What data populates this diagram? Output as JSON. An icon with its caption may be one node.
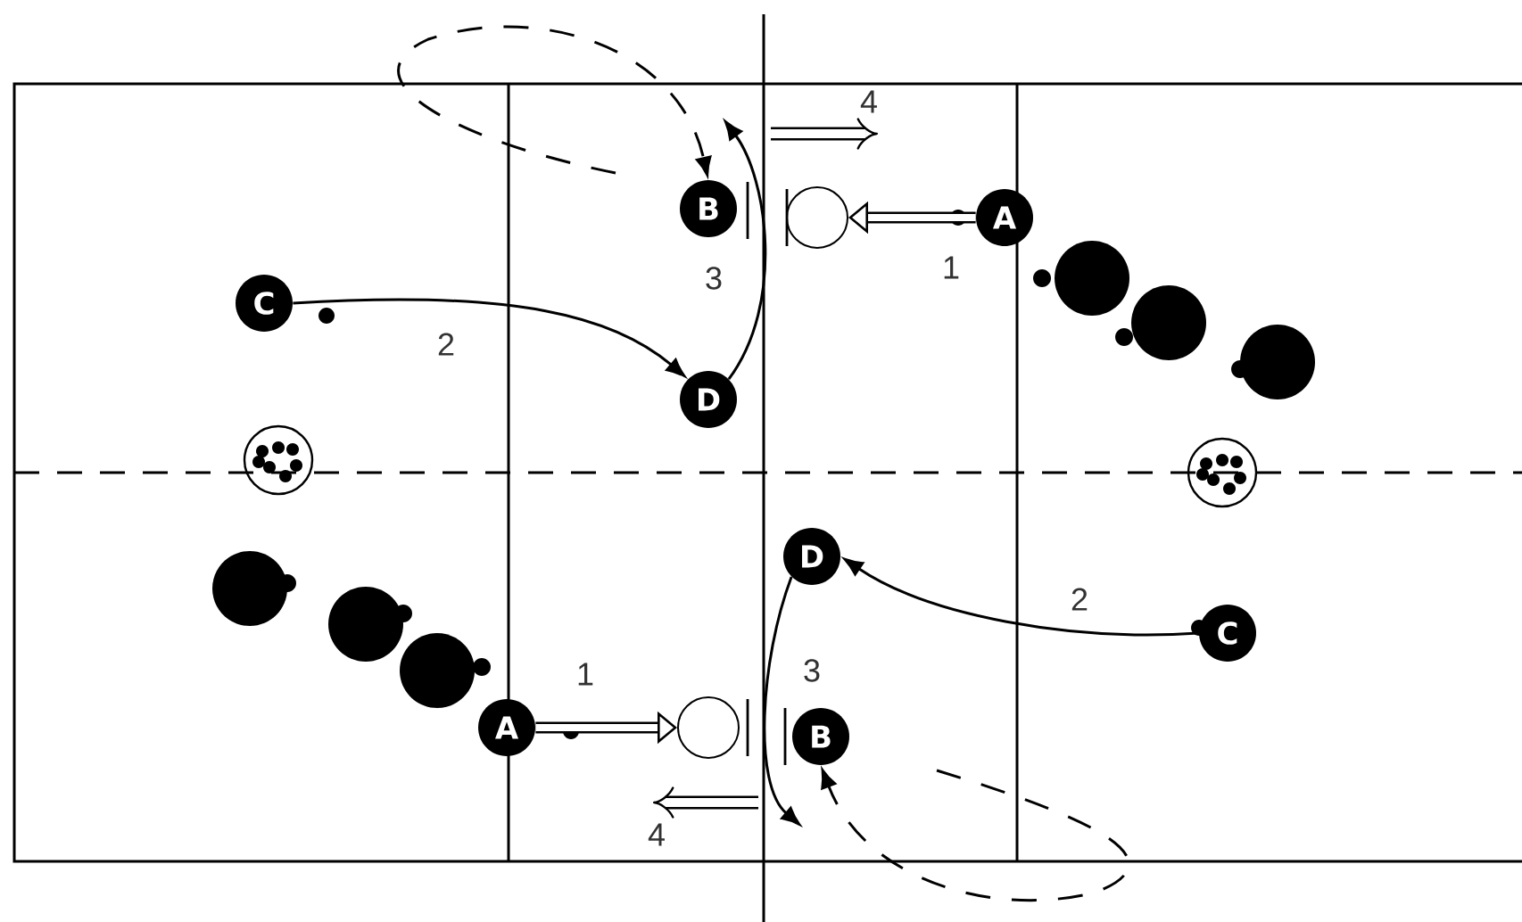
{
  "diagram": {
    "nodes": [
      {
        "text": [
          "B"
        ]
      },
      {
        "text": [
          "A"
        ]
      },
      {
        "text": [
          "C"
        ]
      },
      {
        "text": [
          "D"
        ]
      },
      {
        "text": [
          "D"
        ]
      },
      {
        "text": [
          "C"
        ]
      },
      {
        "text": [
          "A"
        ]
      },
      {
        "text": [
          "B"
        ]
      },
      {
        "text": [],
        "shape": "circle"
      },
      {
        "text": [],
        "shape": "circle"
      },
      {
        "text": [],
        "shape": "circle"
      },
      {
        "text": [],
        "shape": "circle"
      },
      {
        "text": [],
        "shape": "circle"
      },
      {
        "text": [],
        "shape": "circle"
      },
      {
        "text": [],
        "shape": "circle"
      },
      {
        "text": [],
        "shape": "circle"
      },
      {
        "text": [],
        "shape": "circle"
      },
      {
        "text": [],
        "shape": "circle"
      }
    ],
    "edges": [
      {
        "from": 1,
        "to": 8,
        "arrow": "to",
        "label": "1",
        "style": "thick"
      },
      {
        "from": 2,
        "to": 3,
        "arrow": "to",
        "label": "2"
      },
      {
        "from": 3,
        "to": null,
        "arrow": "to",
        "label": "3"
      },
      {
        "from": null,
        "to": 0,
        "arrow": "to",
        "style": "dashed"
      },
      {
        "from": 6,
        "to": 9,
        "arrow": "to",
        "label": "1",
        "style": "thick"
      },
      {
        "from": 5,
        "to": 4,
        "arrow": "to",
        "label": "2"
      },
      {
        "from": 4,
        "to": null,
        "arrow": "to",
        "label": "3"
      },
      {
        "from": null,
        "to": 7,
        "arrow": "to",
        "style": "dashed"
      }
    ],
    "labels": [
      "4",
      "4"
    ]
  }
}
